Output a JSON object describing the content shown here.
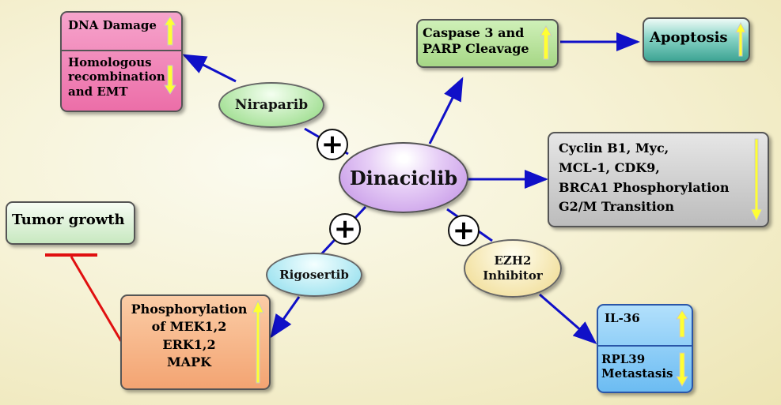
{
  "center": {
    "label": "Dinaciclib"
  },
  "partners": {
    "niraparib": "Niraparib",
    "rigosertib": "Rigosertib",
    "ezh2": [
      "EZH2",
      "Inhibitor"
    ]
  },
  "plus_sign": "+",
  "effects": {
    "dna_damage": "DNA Damage",
    "homologous": [
      "Homologous",
      "recombination",
      "and EMT"
    ],
    "caspase": [
      "Caspase 3 and",
      "PARP Cleavage"
    ],
    "apoptosis": "Apoptosis",
    "cyclin": [
      "Cyclin B1, Myc,",
      "MCL-1, CDK9,",
      "BRCA1 Phosphorylation",
      "G2/M Transition"
    ],
    "tumor_growth": "Tumor growth",
    "phosphorylation": [
      "Phosphorylation",
      "of MEK1,2",
      "ERK1,2",
      "MAPK"
    ],
    "il36": "IL-36",
    "rpl39": [
      "RPL39",
      "Metastasis"
    ]
  },
  "colors": {
    "arrow": "#1010c8",
    "inhibit": "#e01010",
    "indicator_fill": "#ffff33",
    "pink": "#f07ab0",
    "green": "#b6dd98",
    "teal": "#52b8a8",
    "gray": "#c9c9c9",
    "mint": "#d6f0d2",
    "orange": "#f8b88a",
    "blue": "#88ccf8",
    "purple": "#d7a6ef",
    "oval_green": "#9ee08a",
    "oval_cyan": "#9ee4ef",
    "oval_yellow": "#f4e6a4"
  },
  "indicators": {
    "up": "up-arrow-icon",
    "down": "down-arrow-icon",
    "plus": "plus-circle-icon"
  }
}
